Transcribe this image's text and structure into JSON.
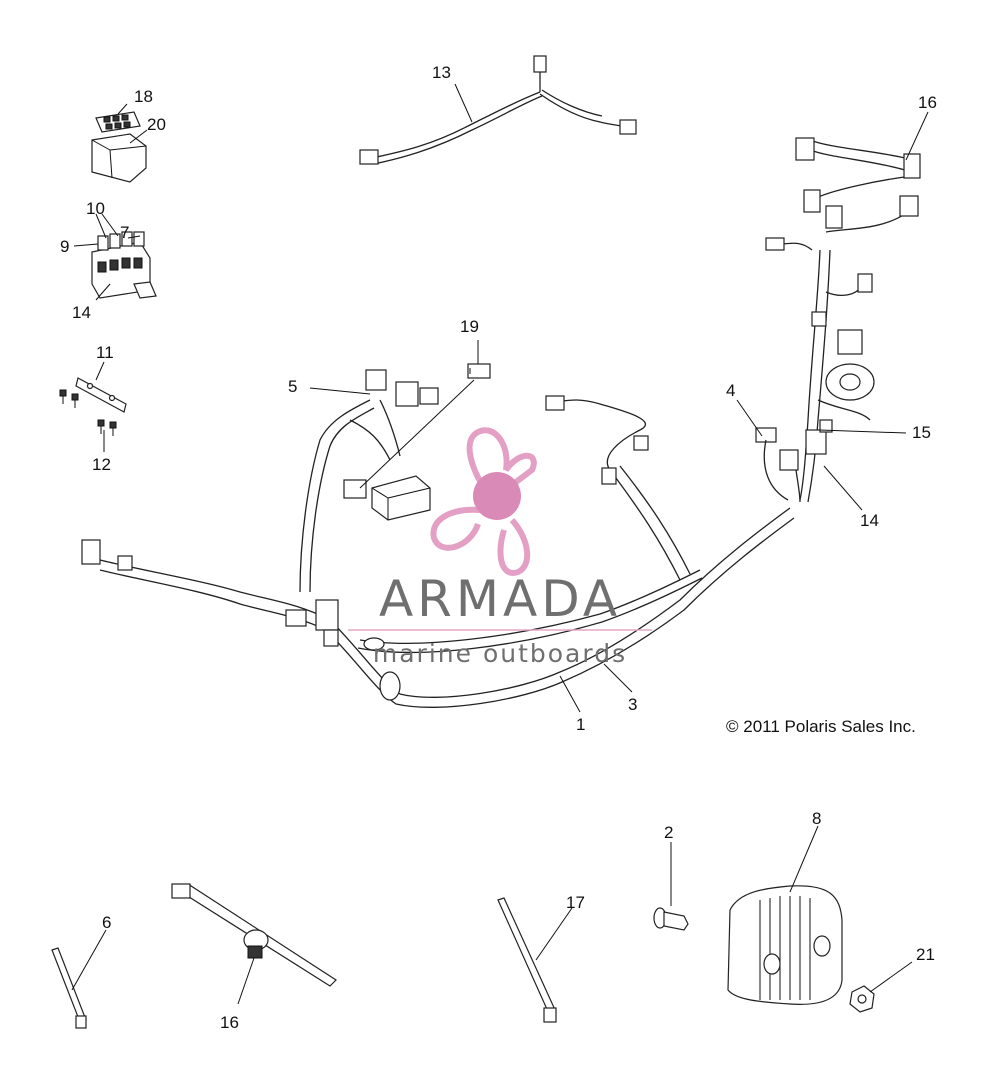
{
  "diagram": {
    "callouts": [
      {
        "id": "c18",
        "text": "18"
      },
      {
        "id": "c20",
        "text": "20"
      },
      {
        "id": "c10",
        "text": "10"
      },
      {
        "id": "c9",
        "text": "9"
      },
      {
        "id": "c7",
        "text": "7"
      },
      {
        "id": "c14a",
        "text": "14"
      },
      {
        "id": "c11",
        "text": "11"
      },
      {
        "id": "c12",
        "text": "12"
      },
      {
        "id": "c13",
        "text": "13"
      },
      {
        "id": "c5",
        "text": "5"
      },
      {
        "id": "c19",
        "text": "19"
      },
      {
        "id": "c16a",
        "text": "16"
      },
      {
        "id": "c4",
        "text": "4"
      },
      {
        "id": "c15",
        "text": "15"
      },
      {
        "id": "c14b",
        "text": "14"
      },
      {
        "id": "c1",
        "text": "1"
      },
      {
        "id": "c3",
        "text": "3"
      },
      {
        "id": "c6",
        "text": "6"
      },
      {
        "id": "c16b",
        "text": "16"
      },
      {
        "id": "c17",
        "text": "17"
      },
      {
        "id": "c2",
        "text": "2"
      },
      {
        "id": "c8",
        "text": "8"
      },
      {
        "id": "c21",
        "text": "21"
      }
    ],
    "copyright": "© 2011 Polaris Sales Inc."
  },
  "watermark": {
    "title": "ARMADA",
    "subtitle": "marine outboards",
    "logo_icon": "propeller-logo-icon",
    "colors": {
      "text": "#6f6f6f",
      "accent": "#e3a0c4",
      "accent_dark": "#d98ab6",
      "rule": "#e4a6c8"
    }
  }
}
